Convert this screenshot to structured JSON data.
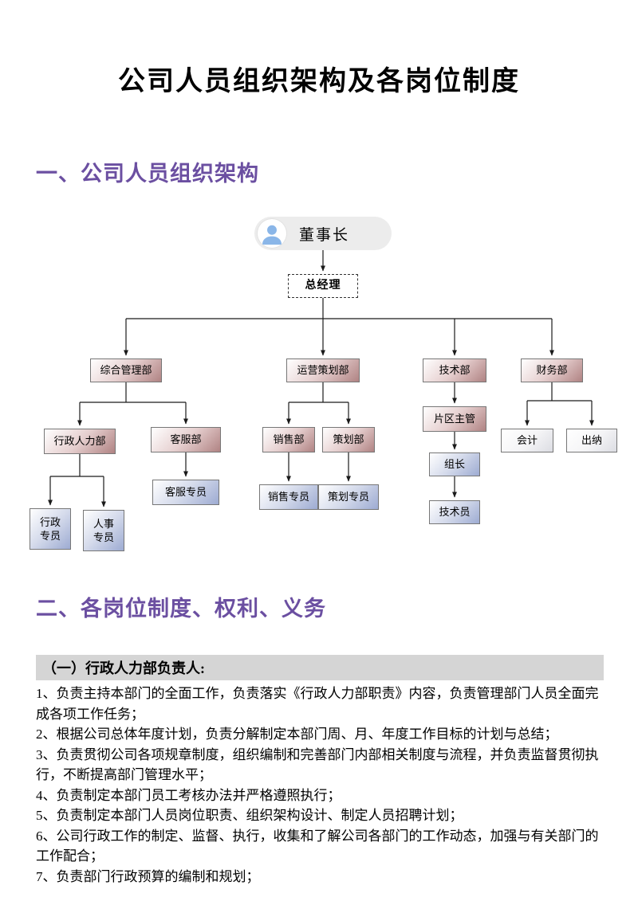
{
  "page": {
    "title": "公司人员组织架构及各岗位制度"
  },
  "section1": {
    "heading": "一、公司人员组织架构"
  },
  "section2": {
    "heading": "二、各岗位制度、权利、义务"
  },
  "org_chart": {
    "nodes": {
      "chairman": "董事长",
      "general_manager": "总经理",
      "dept_admin": "综合管理部",
      "dept_ops": "运营策划部",
      "dept_tech": "技术部",
      "dept_finance": "财务部",
      "hr_admin": "行政人力部",
      "customer_service": "客服部",
      "admin_specialist": "行政专员",
      "hr_specialist": "人事专员",
      "cs_specialist": "客服专员",
      "sales": "销售部",
      "planning": "策划部",
      "sales_specialist": "销售专员",
      "planning_specialist": "策划专员",
      "area_supervisor": "片区主管",
      "team_leader": "组长",
      "technician": "技术员",
      "accountant": "会计",
      "cashier": "出纳"
    }
  },
  "subsection1": {
    "title": "（一）行政人力部负责人:"
  },
  "duties": {
    "items": [
      "1、负责主持本部门的全面工作，负责落实《行政人力部职责》内容，负责管理部门人员全面完成各项工作任务；",
      "2、根据公司总体年度计划，负责分解制定本部门周、月、年度工作目标的计划与总结；",
      "3、负责贯彻公司各项规章制度，组织编制和完善部门内部相关制度与流程，并负责监督贯彻执行，不断提高部门管理水平；",
      "4、负责制定本部门员工考核办法并严格遵照执行；",
      "5、负责制定本部门人员岗位职责、组织架构设计、制定人员招聘计划；",
      "6、公司行政工作的制定、监督、执行，收集和了解公司各部门的工作动态，加强与有关部门的工作配合；",
      "7、负责部门行政预算的编制和规划；"
    ]
  },
  "colors": {
    "heading_purple": "#6b4fa1",
    "node_pink": "#b08383",
    "node_blue": "#9dabd2",
    "avatar_blue": "#8ab6e8",
    "subsection_bg": "#d5d5d5"
  }
}
